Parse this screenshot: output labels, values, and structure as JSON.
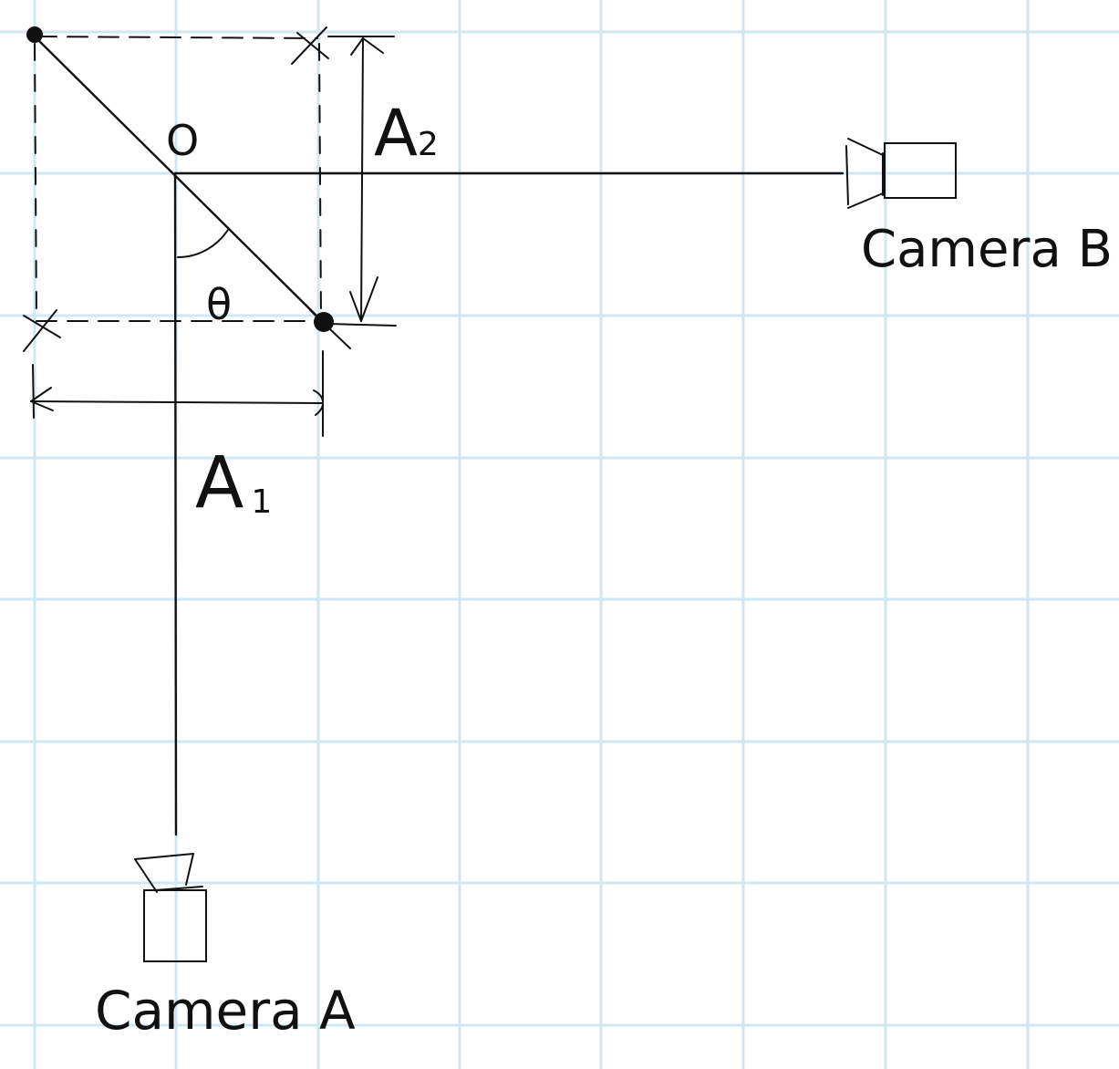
{
  "diagram": {
    "origin_label": "O",
    "angle_label": "θ",
    "width_label": "A",
    "width_subscript": "1",
    "height_label": "A",
    "height_subscript": "2",
    "camera_a_label": "Camera A",
    "camera_b_label": "Camera B"
  },
  "colors": {
    "grid": "#cfe6f3",
    "ink": "#111111",
    "background": "#ffffff"
  }
}
